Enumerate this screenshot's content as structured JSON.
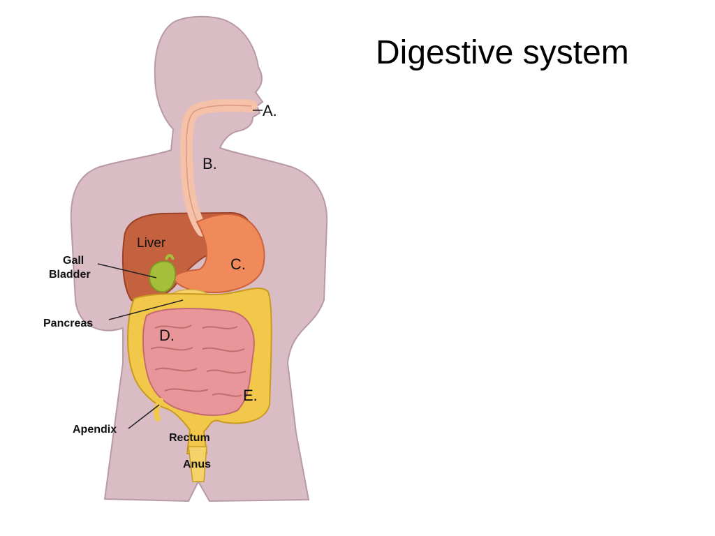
{
  "slide": {
    "title": "Digestive system"
  },
  "diagram": {
    "letters": {
      "a": "A.",
      "b": "B.",
      "c": "C.",
      "d": "D.",
      "e": "E."
    },
    "labels": {
      "liver": "Liver",
      "gall_1": "Gall",
      "gall_2": "Bladder",
      "pancreas": "Pancreas",
      "apendix": "Apendix",
      "rectum": "Rectum",
      "anus": "Anus"
    },
    "colors": {
      "body": "#d9bcc4",
      "body_outline": "#b89aa3",
      "liver": "#c4613f",
      "stomach": "#f08a5a",
      "esophagus": "#f5c1a8",
      "intestine_small": "#e8969a",
      "intestine_large": "#f2c84b",
      "gall_bladder": "#a6bf3a"
    }
  }
}
